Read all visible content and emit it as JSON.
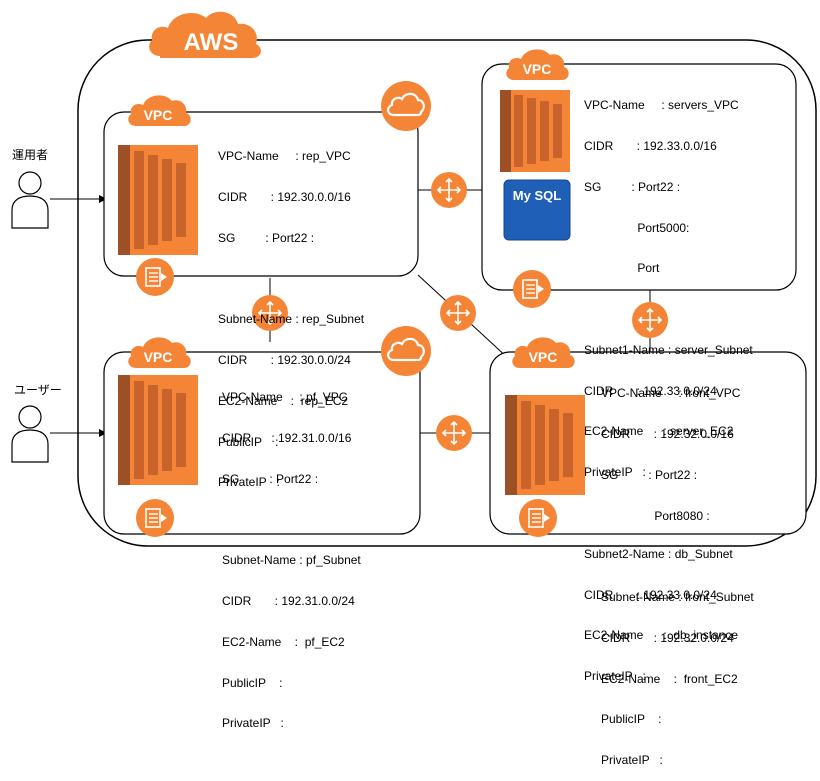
{
  "aws_label": "AWS",
  "vpc_badge": "VPC",
  "mysql_label": "My SQL",
  "actors": {
    "operator": "運用者",
    "user": "ユーザー"
  },
  "vpcs": {
    "rep": {
      "lines": [
        "VPC-Name     : rep_VPC",
        "CIDR       : 192.30.0.0/16",
        "SG         : Port22 :",
        "",
        "Subnet-Name : rep_Subnet",
        "CIDR       : 192.30.0.0/24",
        "EC2-Name    :  rep_EC2",
        "PublicIP    :",
        "PrivateIP   :"
      ]
    },
    "pf": {
      "lines": [
        "VPC-Name     : pf_VPC",
        "CIDR      : 192.31.0.0/16",
        "SG         : Port22 :",
        "",
        "Subnet-Name : pf_Subnet",
        "CIDR       : 192.31.0.0/24",
        "EC2-Name    :  pf_EC2",
        "PublicIP    :",
        "PrivateIP   :"
      ]
    },
    "servers": {
      "lines": [
        "VPC-Name     : servers_VPC",
        "CIDR       : 192.33.0.0/16",
        "SG         : Port22 :",
        "                Port5000:",
        "                Port",
        "",
        "Subnet1-Name : server_Subnet",
        "CIDR       : 192.33.0.0/24",
        "EC2-Name      : server_EC2",
        "PrivateIP   :",
        "",
        "Subnet2-Name : db_Subnet",
        "CIDR       : 192.33.0.0/24",
        "EC2-Name      :  db_instance",
        "PrivateIP   :"
      ]
    },
    "front": {
      "lines": [
        "VPC-Name     : front_VPC",
        "CIDR       : 192.32.0.0/16",
        "SG         : Port22 :",
        "                Port8080 :",
        "",
        "Subnet-Name : front_Subnet",
        "CIDR       : 192.32.0.0/24",
        "EC2-Name    :  front_EC2",
        "PublicIP    :",
        "PrivateIP   :"
      ]
    }
  },
  "colors": {
    "aws_orange": "#f58536",
    "ec2_dark": "#9d5025",
    "mysql_blue": "#1f5fb8",
    "line": "#000000"
  },
  "icons": {
    "cloud": "internet-gateway-icon",
    "peering": "vpc-peering-icon",
    "route": "route-table-icon",
    "ec2": "ec2-instance-icon",
    "db": "rds-mysql-icon",
    "person": "person-icon"
  }
}
